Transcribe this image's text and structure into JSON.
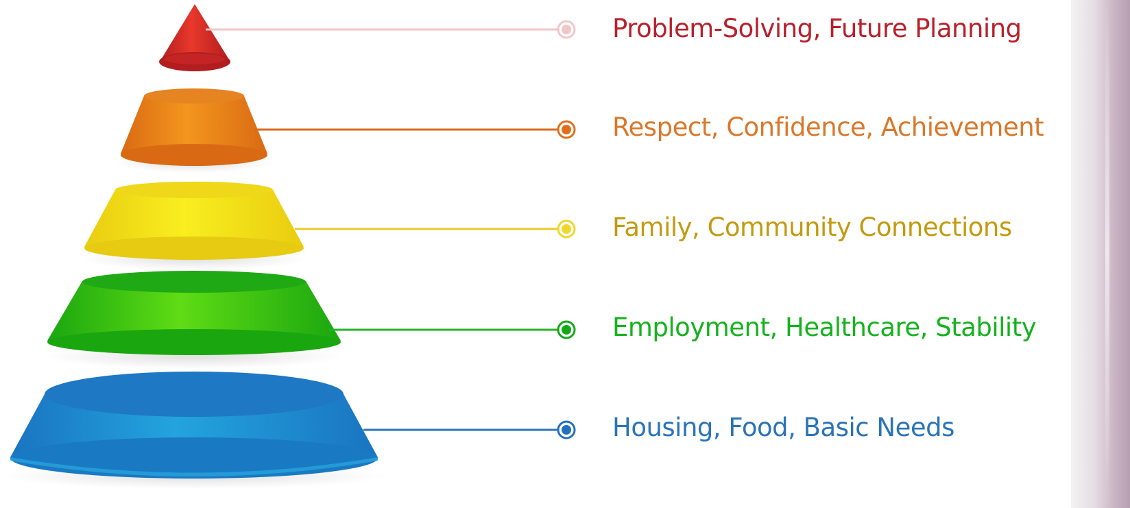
{
  "diagram": {
    "tiers": [
      {
        "label": "Problem-Solving, Future Planning",
        "text_color": "#b8202b",
        "fill_light": "#e8382a",
        "fill_dark": "#b21d1f",
        "top_color": "#c7232a",
        "line_color": "#f0c6c9",
        "dot_color": "#f0c6c9"
      },
      {
        "label": "Respect, Confidence, Achievement",
        "text_color": "#d9782a",
        "fill_light": "#f3951e",
        "fill_dark": "#d96a13",
        "top_color": "#e0801e",
        "line_color": "#d96a1d",
        "dot_color": "#e06f1d"
      },
      {
        "label": "Family, Community Connections",
        "text_color": "#c39a10",
        "fill_light": "#f9ee20",
        "fill_dark": "#e9cc10",
        "top_color": "#efda1a",
        "line_color": "#eacb28",
        "dot_color": "#f0d72a"
      },
      {
        "label": "Employment, Healthcare, Stability",
        "text_color": "#14b31d",
        "fill_light": "#5fdc15",
        "fill_dark": "#1aa60f",
        "top_color": "#22ab14",
        "line_color": "#22b323",
        "dot_color": "#12a81a"
      },
      {
        "label": "Housing, Food, Basic Needs",
        "text_color": "#2a74b8",
        "fill_light": "#23a4de",
        "fill_dark": "#1a74c0",
        "top_color": "#1e78c4",
        "line_color": "#2a74b8",
        "dot_color": "#2370bd"
      }
    ]
  }
}
